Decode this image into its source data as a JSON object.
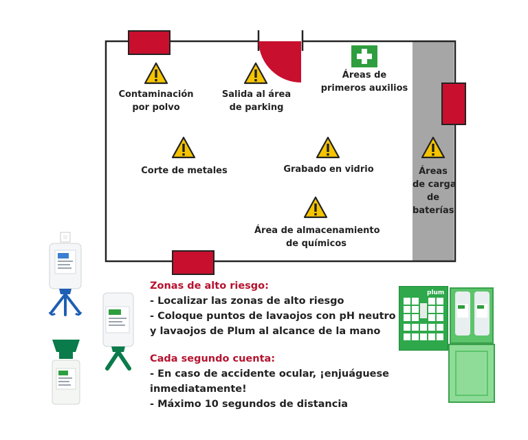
{
  "plan": {
    "zones": {
      "dust": [
        "Contaminación",
        "por polvo"
      ],
      "exit": [
        "Salida al área",
        "de parking"
      ],
      "first_aid": [
        "Áreas de",
        "primeros auxilios"
      ],
      "metal": [
        "Corte de metales"
      ],
      "glass": [
        "Grabado en vidrio"
      ],
      "chemicals": [
        "Área de almacenamiento",
        "de químicos"
      ],
      "batteries": [
        "Áreas",
        "de carga",
        "de",
        "baterías"
      ]
    },
    "colors": {
      "wall": "#222222",
      "door": "#c8102e",
      "battery_area": "#a6a6a6",
      "first_aid": "#2e9e3e",
      "warning": "#f5c400"
    }
  },
  "info": {
    "section1": {
      "title": "Zonas de alto riesgo:",
      "lines": [
        "- Localizar las zonas de alto riesgo",
        "- Coloque puntos de lavaojos con pH neutro",
        "y lavaojos de Plum al alcance de la mano"
      ]
    },
    "section2": {
      "title": "Cada segundo cuenta:",
      "lines": [
        "- En caso de accidente ocular, ¡enjuáguese",
        "inmediatamente!",
        "- Máximo 10 segundos de distancia"
      ]
    }
  },
  "station": {
    "brand": "plum"
  }
}
